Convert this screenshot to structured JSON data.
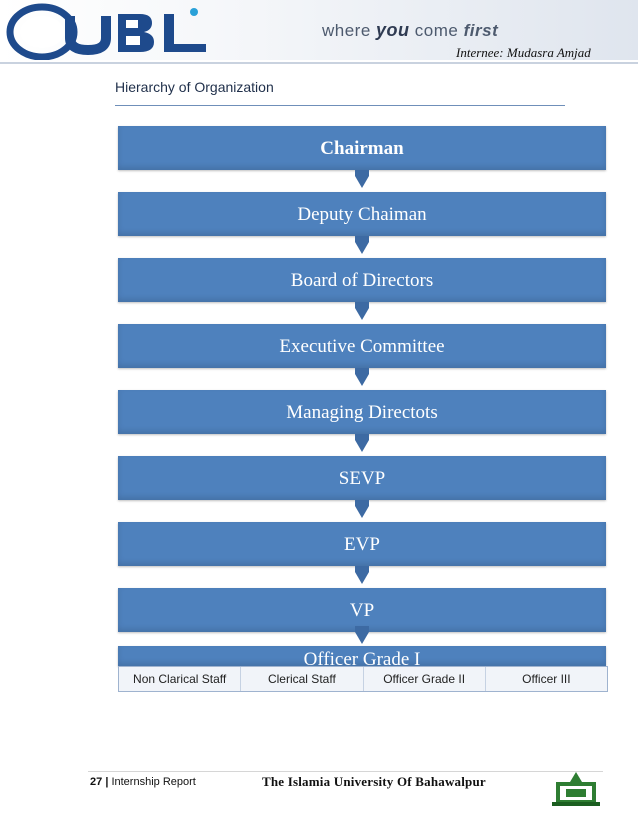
{
  "header": {
    "tagline_where": "where",
    "tagline_you": "you",
    "tagline_come": "come",
    "tagline_first": "first",
    "internee": "Internee:  Mudasra Amjad"
  },
  "section": {
    "title": "Hierarchy of Organization"
  },
  "hierarchy": {
    "levels": [
      "Chairman",
      "Deputy Chaiman",
      "Board of Directors",
      "Executive Committee",
      "Managing Directots",
      "SEVP",
      "EVP",
      "VP",
      "Officer Grade I"
    ],
    "staff": [
      "Non Clarical Staff",
      "Clerical Staff",
      "Officer Grade II",
      "Officer III"
    ],
    "colors": {
      "bar": "#4e81bd",
      "arrow": "#3d6aa3"
    }
  },
  "footer": {
    "page_number": "27",
    "separator": "|",
    "report_label": "Internship Report",
    "university": "The Islamia University Of Bahawalpur"
  }
}
